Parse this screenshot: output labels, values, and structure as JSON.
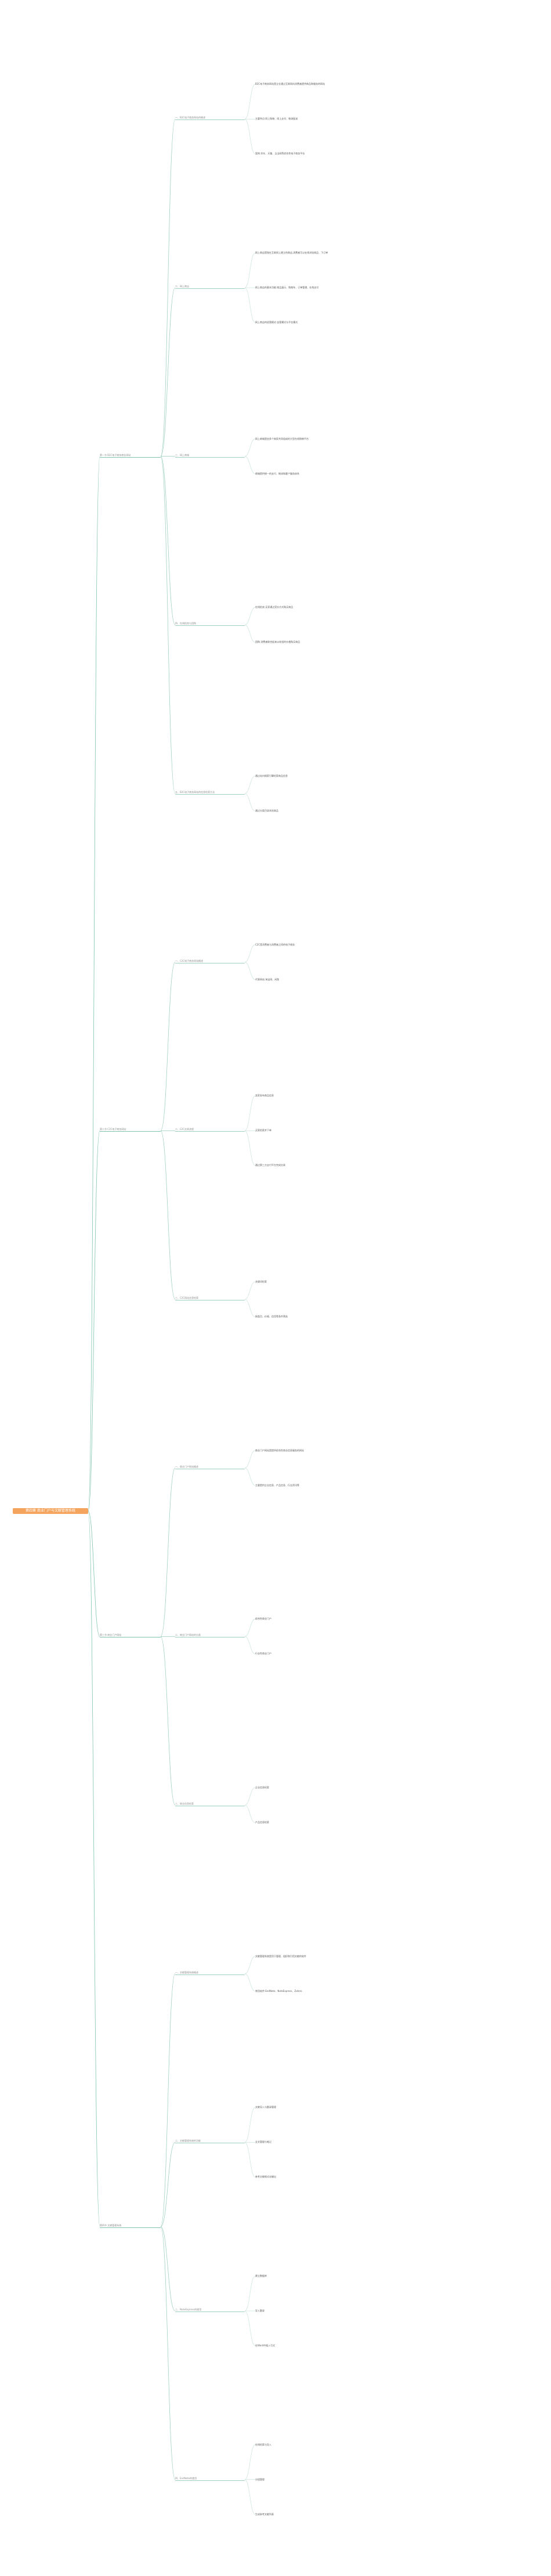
{
  "root": {
    "label": "第四章 商业门户与文献管理系统"
  },
  "branches": [
    {
      "label": "第一节 B2C电子商务商业网站",
      "topics": [
        {
          "label": "一、B2C电子商务网站的概述",
          "items": [
            "B2C电子商务网站是企业通过互联网向消费者提供商品和服务的网站",
            "主要特点:网上购物、网上支付、物流配送",
            "案例:京东、天猫、当当网等综合性电子商务平台"
          ]
        },
        {
          "label": "二、网上商店",
          "items": [
            "网上商店是指在互联网上建立的商店,消费者可以在线浏览商品、下订单",
            "网上商店的基本功能:商品展示、购物车、订单管理、在线支付",
            "网上商店的经营模式:自营模式与平台模式"
          ]
        },
        {
          "label": "三、网上商城",
          "items": [
            "网上商城是由多个商家共同组成的大型在线购物平台",
            "商城提供统一的支付、物流和客户服务体系"
          ]
        },
        {
          "label": "四、在线拍卖与团购",
          "items": [
            "在线拍卖:买家通过竞价方式购买商品",
            "团购:消费者联合起来以较低的价格购买商品"
          ]
        },
        {
          "label": "五、B2C电子商务网站的信息检索方法",
          "items": [
            "通过站内搜索引擎检索商品信息",
            "通过分类目录浏览商品"
          ]
        }
      ]
    },
    {
      "label": "第二节 C2C电子商务网站",
      "topics": [
        {
          "label": "一、C2C电子商务网站概述",
          "items": [
            "C2C是消费者与消费者之间的电子商务",
            "代表网站:淘宝网、闲鱼"
          ]
        },
        {
          "label": "二、C2C交易流程",
          "items": [
            "卖家发布商品信息",
            "买家检索并下单",
            "通过第三方支付平台完成交易"
          ]
        },
        {
          "label": "三、C2C网站信息检索",
          "items": [
            "关键词检索",
            "按类目、价格、信用等条件筛选"
          ]
        }
      ]
    },
    {
      "label": "第三节 商业门户网站",
      "topics": [
        {
          "label": "一、商业门户网站概述",
          "items": [
            "商业门户网站是提供综合性商业信息服务的网站",
            "主要提供企业信息、产品信息、行业资讯等"
          ]
        },
        {
          "label": "二、商业门户网站的分类",
          "items": [
            "综合性商业门户",
            "行业性商业门户"
          ]
        },
        {
          "label": "三、商业信息检索",
          "items": [
            "企业信息检索",
            "产品信息检索"
          ]
        }
      ]
    },
    {
      "label": "第四节 文献管理系统",
      "topics": [
        {
          "label": "一、文献管理系统概述",
          "items": [
            "文献管理系统是用于管理、组织和引用文献的软件",
            "常用软件:EndNote、NoteExpress、Zotero"
          ]
        },
        {
          "label": "二、文献管理系统的功能",
          "items": [
            "文献导入与题录管理",
            "全文管理与笔记",
            "参考文献格式化输出"
          ]
        },
        {
          "label": "三、NoteExpress的使用",
          "items": [
            "建立数据库",
            "导入题录",
            "在Word中插入引文"
          ]
        },
        {
          "label": "四、EndNote的使用",
          "items": [
            "在线检索与导入",
            "分组管理",
            "生成参考文献列表"
          ]
        }
      ]
    }
  ]
}
